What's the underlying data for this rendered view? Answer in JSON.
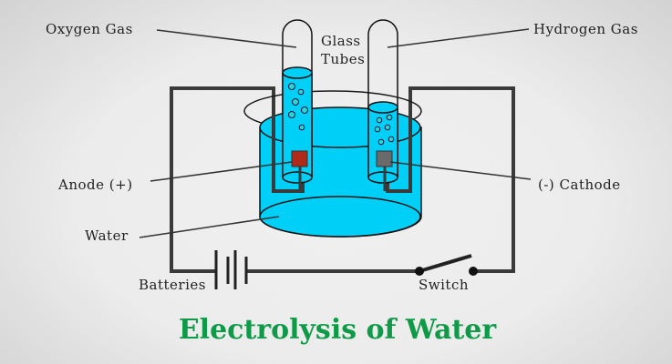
{
  "labels": {
    "oxygen": "Oxygen Gas",
    "hydrogen": "Hydrogen Gas",
    "glass_line1": "Glass",
    "glass_line2": "Tubes",
    "anode": "Anode (+)",
    "cathode": "(-) Cathode",
    "water": "Water",
    "batteries": "Batteries",
    "switch": "Switch"
  },
  "title": "Electrolysis of Water",
  "colors": {
    "water": "#00cff8",
    "anode": "#b02a1a",
    "cathode": "#6a6a6a",
    "wire": "#3a3a3a",
    "bubble": "#2dd6cf",
    "title": "#0f9a48"
  }
}
